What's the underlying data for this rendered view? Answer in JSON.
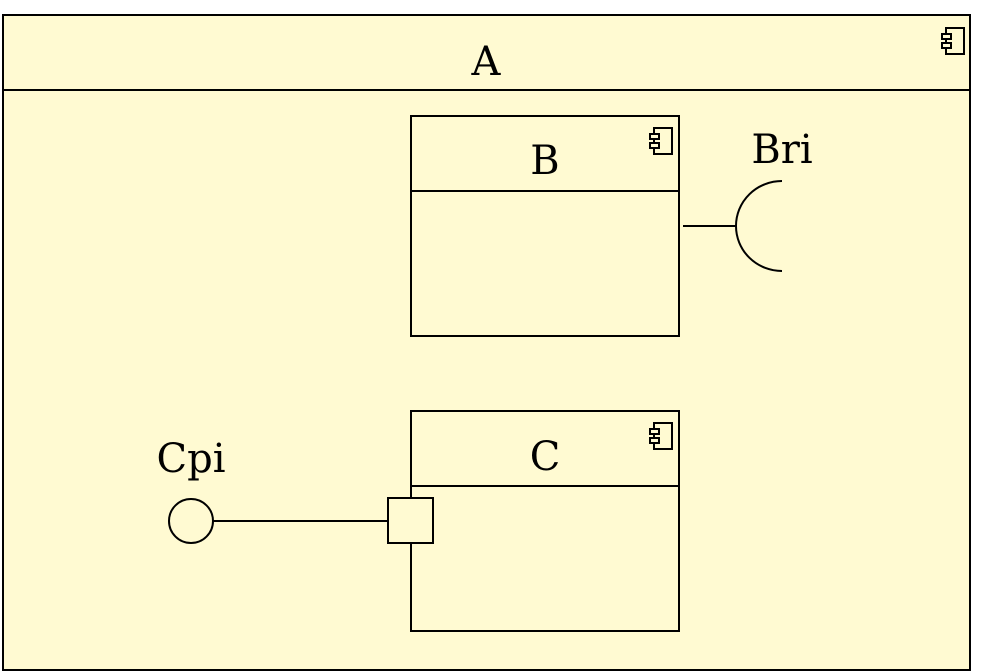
{
  "diagram": {
    "fill_color": "#fffad2",
    "stroke_color": "#000000",
    "components": {
      "outer": {
        "name": "A",
        "icon": "component-icon"
      },
      "inner_b": {
        "name": "B",
        "icon": "component-icon"
      },
      "inner_c": {
        "name": "C",
        "icon": "component-icon"
      }
    },
    "interfaces": {
      "required": {
        "name": "Bri",
        "icon": "required-interface-socket"
      },
      "provided": {
        "name": "Cpi",
        "icon": "provided-interface-lollipop"
      }
    },
    "port": {
      "icon": "port-square"
    }
  }
}
